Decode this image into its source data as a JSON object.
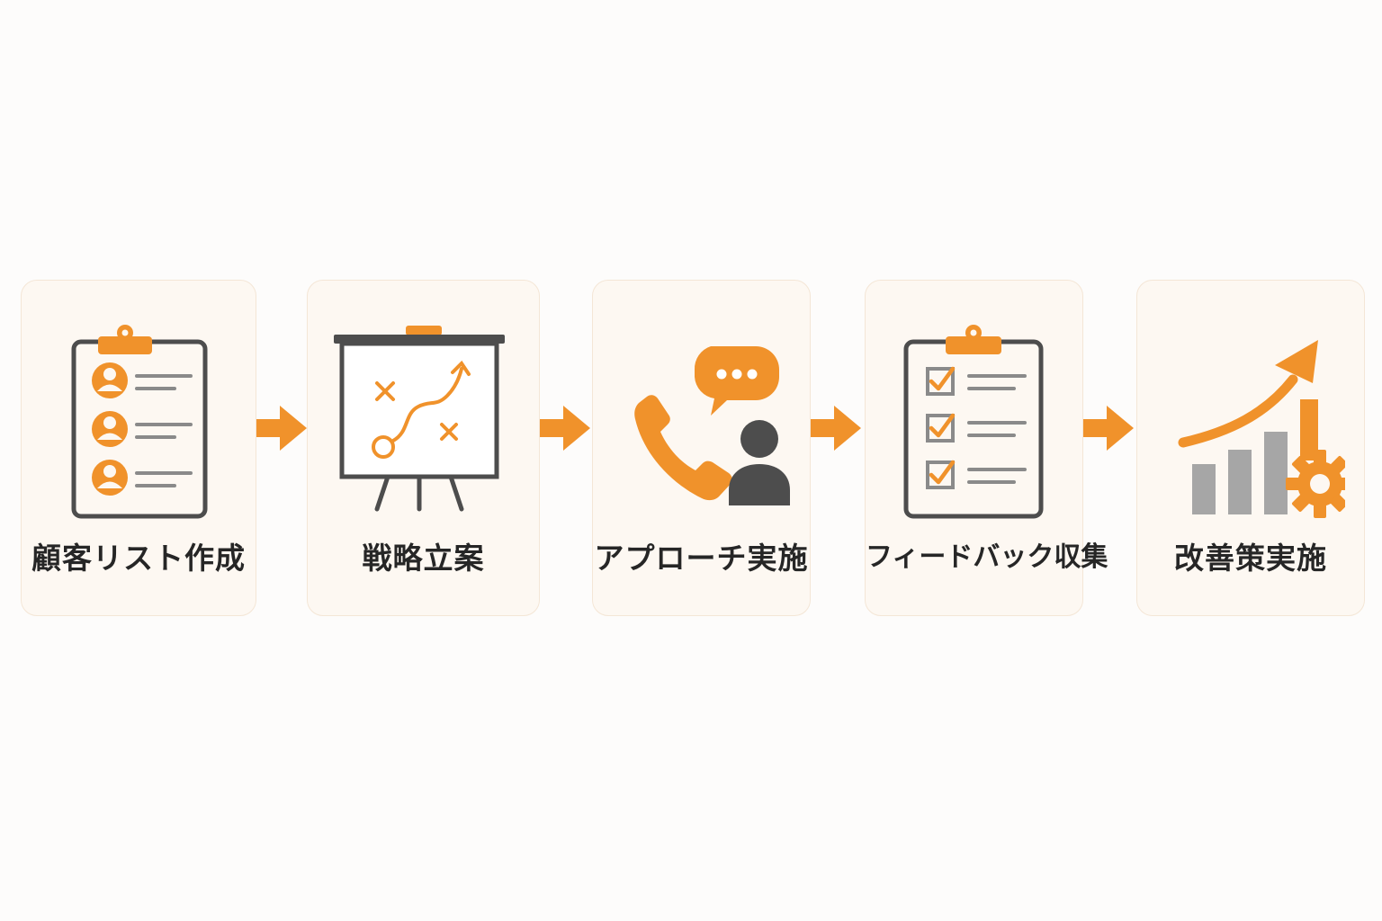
{
  "colors": {
    "accent": "#f0922b",
    "dark": "#4d4d4d",
    "line_gray": "#8a8a8a",
    "bar_gray": "#a6a6a6",
    "card_bg": "#fdf8f2",
    "card_border": "#f4e6d6",
    "text": "#262626"
  },
  "steps": [
    {
      "label": "顧客リスト作成",
      "icon": "clipboard-customer-list-icon"
    },
    {
      "label": "戦略立案",
      "icon": "presentation-board-strategy-icon"
    },
    {
      "label": "アプローチ実施",
      "icon": "phone-chat-person-icon"
    },
    {
      "label": "フィードバック収集",
      "icon": "clipboard-checklist-icon"
    },
    {
      "label": "改善策実施",
      "icon": "growth-chart-gear-icon"
    }
  ],
  "connectors": [
    "arrow-right-icon",
    "arrow-right-icon",
    "arrow-right-icon",
    "arrow-right-icon"
  ]
}
